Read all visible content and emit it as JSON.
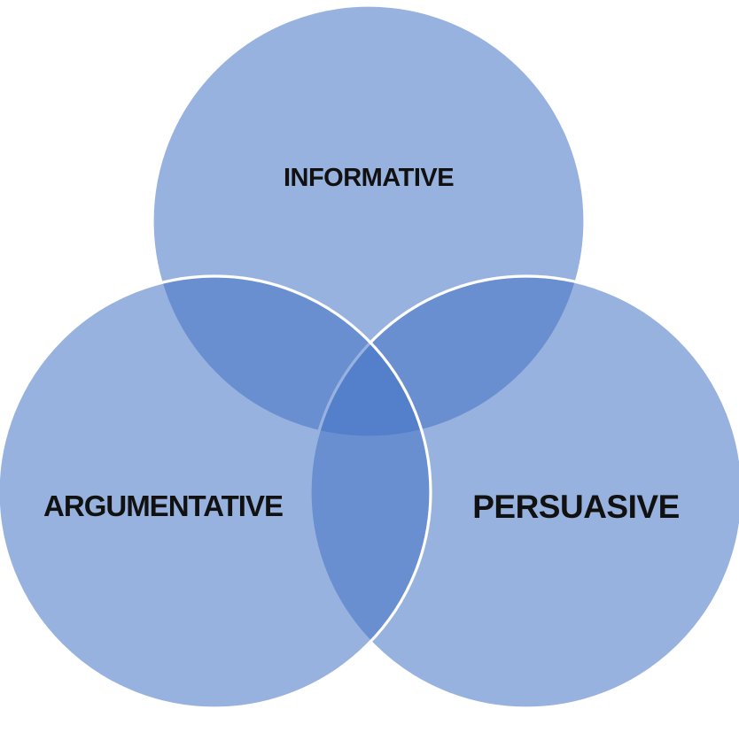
{
  "diagram": {
    "type": "venn",
    "sets": [
      {
        "id": "informative",
        "label": "INFORMATIVE",
        "position": "top"
      },
      {
        "id": "argumentative",
        "label": "ARGUMENTATIVE",
        "position": "bottom-left"
      },
      {
        "id": "persuasive",
        "label": "PERSUASIVE",
        "position": "bottom-right"
      }
    ],
    "colors": {
      "circle_fill": "rgba(68,114,196,0.55)",
      "circle_stroke": "#ffffff",
      "label_color": "#111111",
      "background": "#ffffff"
    }
  }
}
